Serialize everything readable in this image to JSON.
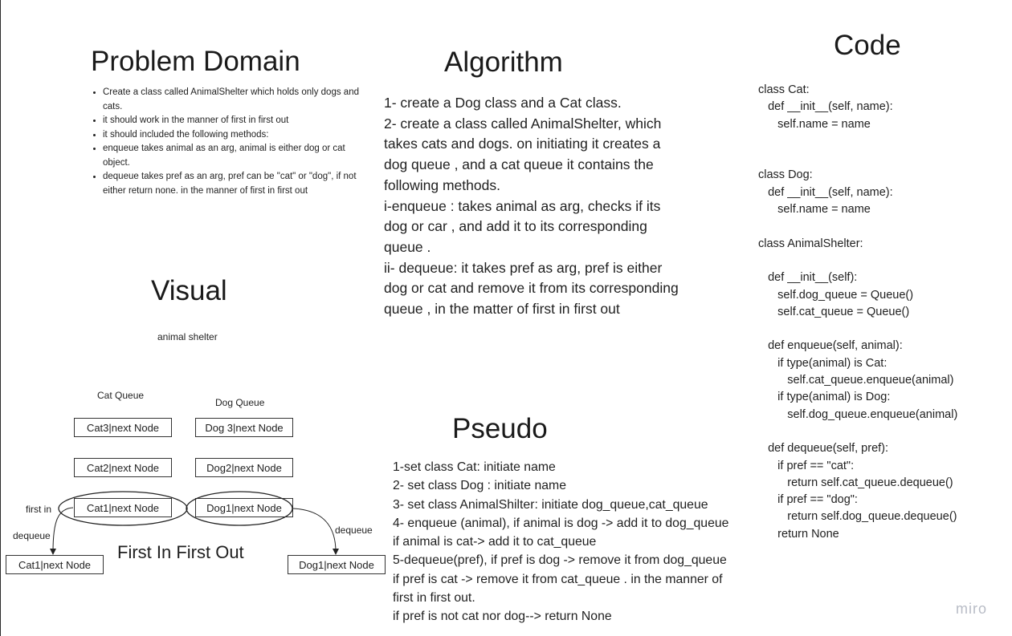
{
  "problem_domain": {
    "title": "Problem Domain",
    "bullets": [
      "Create a class called AnimalShelter which holds only dogs and cats.",
      "it should work in the manner of first in first out",
      "it should included the following methods:",
      "enqueue takes animal as an arg, animal is either dog or cat object.",
      "dequeue takes pref as an arg, pref can be \"cat\" or \"dog\", if not either return none. in the manner of first in first out"
    ]
  },
  "algorithm": {
    "title": "Algorithm",
    "lines": [
      "1- create a Dog class and a Cat class.",
      "2- create a class called AnimalShelter, which takes cats and dogs. on initiating it creates a dog queue , and a cat queue it contains the following methods.",
      "i-enqueue : takes animal as arg, checks if its dog or car , and add it to its corresponding queue .",
      "ii- dequeue: it takes pref as arg, pref is either dog or cat and remove it from its corresponding queue , in the matter of first in first out"
    ]
  },
  "code": {
    "title": "Code",
    "lines": [
      "class Cat:",
      "   def __init__(self, name):",
      "      self.name = name",
      "",
      "",
      "class Dog:",
      "   def __init__(self, name):",
      "      self.name = name",
      "",
      "class AnimalShelter:",
      "",
      "   def __init__(self):",
      "      self.dog_queue = Queue()",
      "      self.cat_queue = Queue()",
      "",
      "   def enqueue(self, animal):",
      "      if type(animal) is Cat:",
      "         self.cat_queue.enqueue(animal)",
      "      if type(animal) is Dog:",
      "         self.dog_queue.enqueue(animal)",
      "",
      "   def dequeue(self, pref):",
      "      if pref == \"cat\":",
      "         return self.cat_queue.dequeue()",
      "      if pref == \"dog\":",
      "         return self.dog_queue.dequeue()",
      "      return None"
    ]
  },
  "pseudo": {
    "title": "Pseudo",
    "lines": [
      "1-set class Cat: initiate name",
      "2- set class Dog : initiate name",
      "3- set class AnimalShilter: initiate dog_queue,cat_queue",
      "4- enqueue (animal), if animal is dog -> add it to dog_queue",
      "if animal is cat-> add it to cat_queue",
      "5-dequeue(pref), if pref is dog -> remove it from dog_queue",
      "if pref is cat -> remove it from cat_queue . in the manner of",
      "first in first out.",
      "if pref is not cat nor dog--> return None"
    ]
  },
  "visual": {
    "title": "Visual",
    "subtitle": "animal shelter",
    "cat_queue_label": "Cat Queue",
    "dog_queue_label": "Dog Queue",
    "cat_nodes": [
      "Cat3|next Node",
      "Cat2|next Node",
      "Cat1|next Node"
    ],
    "dog_nodes": [
      "Dog 3|next Node",
      "Dog2|next Node",
      "Dog1|next Node"
    ],
    "first_in_label": "first in",
    "dequeue_left_label": "dequeue",
    "dequeue_right_label": "dequeue",
    "dequeued_cat": "Cat1|next Node",
    "dequeued_dog": "Dog1|next Node",
    "fifo_label": "First In First Out"
  },
  "watermark": "miro"
}
